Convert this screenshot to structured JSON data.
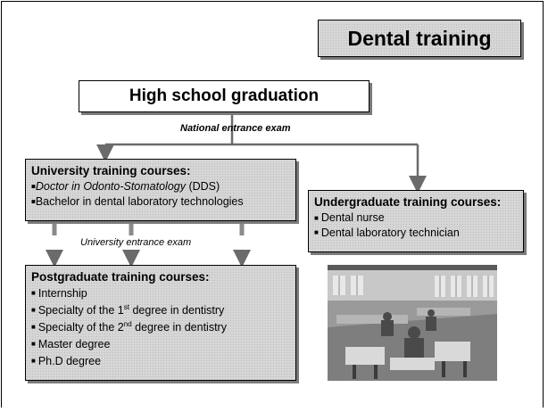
{
  "title": "Dental training",
  "high_school": "High school graduation",
  "exams": {
    "national": "National entrance exam",
    "university": "University entrance exam"
  },
  "university": {
    "heading": "University training courses:",
    "items": [
      {
        "label": "Doctor in Odonto-Stomatology",
        "suffix": " (DDS)"
      },
      {
        "label": "Bachelor in dental laboratory technologies"
      }
    ]
  },
  "undergraduate": {
    "heading": "Undergraduate training courses:",
    "items": [
      "Dental nurse",
      "Dental laboratory technician"
    ]
  },
  "postgraduate": {
    "heading": "Postgraduate training courses:",
    "items": [
      {
        "label": "Internship"
      },
      {
        "pre": "Specialty of the 1",
        "sup": "st",
        "post": " degree in dentistry"
      },
      {
        "pre": "Specialty of the 2",
        "sup": "nd",
        "post": " degree in dentistry"
      },
      {
        "label": "Master degree"
      },
      {
        "label": "Ph.D degree"
      }
    ]
  },
  "icons": {
    "bullet": "■",
    "arrow": "arrow-down-icon"
  },
  "colors": {
    "box_fill": "#d6d6d6",
    "arrow": "#6b6b6b",
    "shadow": "#7a7a7a"
  }
}
